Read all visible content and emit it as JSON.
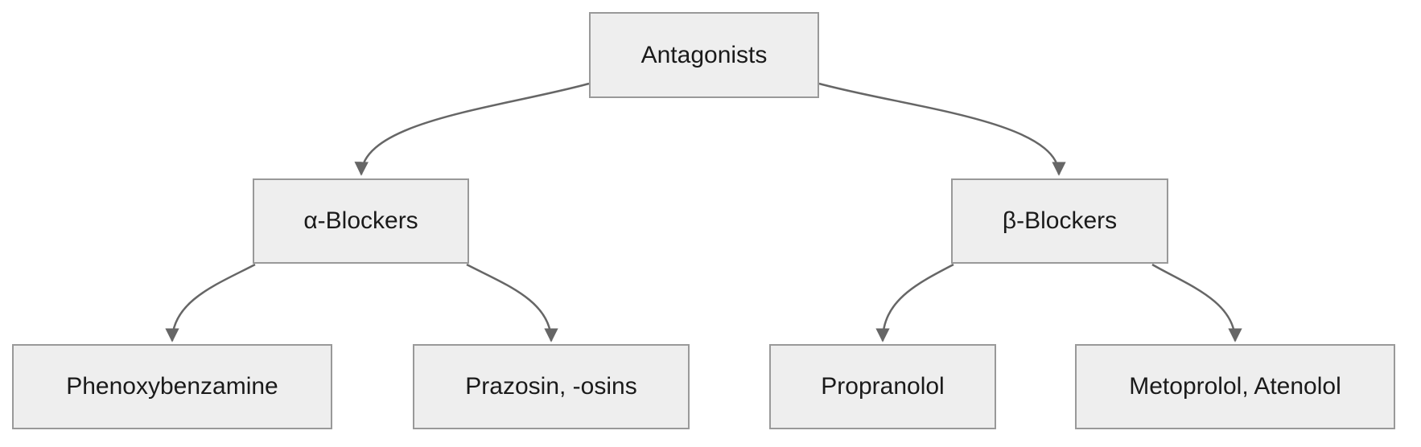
{
  "diagram": {
    "type": "tree",
    "background": "#ffffff",
    "colors": {
      "node_fill": "#eeeeee",
      "node_border": "#999999",
      "edge": "#666666",
      "text": "#1a1a1a"
    },
    "nodes": {
      "antagonists": {
        "label": "Antagonists"
      },
      "alpha_blockers": {
        "label": "α-Blockers"
      },
      "beta_blockers": {
        "label": "β-Blockers"
      },
      "phenoxybenzamine": {
        "label": "Phenoxybenzamine"
      },
      "prazosin": {
        "label": "Prazosin, -osins"
      },
      "propranolol": {
        "label": "Propranolol"
      },
      "metoprolol_atenolol": {
        "label": "Metoprolol, Atenolol"
      }
    },
    "edges": [
      {
        "from": "Antagonists",
        "to": "α-Blockers"
      },
      {
        "from": "Antagonists",
        "to": "β-Blockers"
      },
      {
        "from": "α-Blockers",
        "to": "Phenoxybenzamine"
      },
      {
        "from": "α-Blockers",
        "to": "Prazosin, -osins"
      },
      {
        "from": "β-Blockers",
        "to": "Propranolol"
      },
      {
        "from": "β-Blockers",
        "to": "Metoprolol, Atenolol"
      }
    ]
  }
}
